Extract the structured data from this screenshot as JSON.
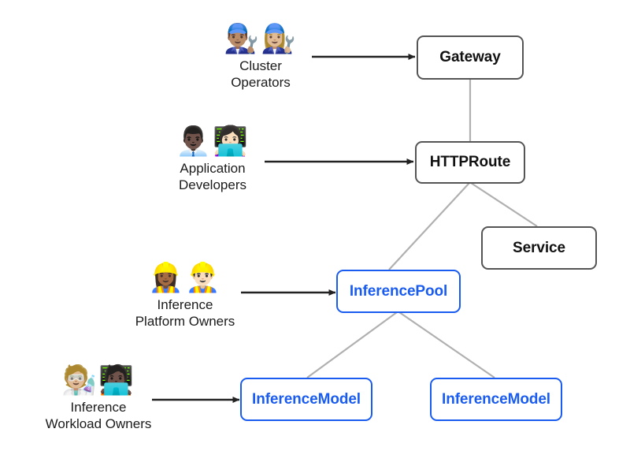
{
  "diagram": {
    "title": "Gateway API Inference Extension resource model and personas",
    "background_color": "#ffffff",
    "colors": {
      "core_border": "#555555",
      "core_text": "#111111",
      "extension_border": "#1a5cf0",
      "extension_text": "#1a5cf0",
      "connector": "#b0b0b0",
      "arrow": "#222222"
    }
  },
  "nodes": [
    {
      "id": "gateway",
      "label": "Gateway",
      "kind": "core"
    },
    {
      "id": "httproute",
      "label": "HTTPRoute",
      "kind": "core"
    },
    {
      "id": "service",
      "label": "Service",
      "kind": "core"
    },
    {
      "id": "inferencepool",
      "label": "InferencePool",
      "kind": "extension"
    },
    {
      "id": "inferencemodel1",
      "label": "InferenceModel",
      "kind": "extension"
    },
    {
      "id": "inferencemodel2",
      "label": "InferenceModel",
      "kind": "extension"
    }
  ],
  "personas": [
    {
      "id": "cluster-operators",
      "emojis": "👨🏽‍🔧👩🏼‍🔧",
      "emoji_names": "man-mechanic-icon, woman-mechanic-icon",
      "label": "Cluster\nOperators",
      "targets": "Gateway"
    },
    {
      "id": "application-developers",
      "emojis": "👨🏿‍💼👩🏻‍💻",
      "emoji_names": "man-office-worker-icon, woman-technologist-icon",
      "label": "Application\nDevelopers",
      "targets": "HTTPRoute"
    },
    {
      "id": "inference-platform-owners",
      "emojis": "👷🏾‍♀️👷🏻‍♂️",
      "emoji_names": "woman-construction-worker-icon, man-construction-worker-icon",
      "label": "Inference\nPlatform Owners",
      "targets": "InferencePool"
    },
    {
      "id": "inference-workload-owners",
      "emojis": "🧑🏼‍🔬🧑🏿‍💻",
      "emoji_names": "scientist-icon, technologist-icon",
      "label": "Inference\nWorkload Owners",
      "targets": "InferenceModel"
    }
  ],
  "edges": [
    {
      "from": "gateway",
      "to": "httproute",
      "style": "connector"
    },
    {
      "from": "httproute",
      "to": "inferencepool",
      "style": "connector"
    },
    {
      "from": "httproute",
      "to": "service",
      "style": "connector"
    },
    {
      "from": "inferencepool",
      "to": "inferencemodel1",
      "style": "connector"
    },
    {
      "from": "inferencepool",
      "to": "inferencemodel2",
      "style": "connector"
    },
    {
      "from": "cluster-operators",
      "to": "gateway",
      "style": "arrow"
    },
    {
      "from": "application-developers",
      "to": "httproute",
      "style": "arrow"
    },
    {
      "from": "inference-platform-owners",
      "to": "inferencepool",
      "style": "arrow"
    },
    {
      "from": "inference-workload-owners",
      "to": "inferencemodel1",
      "style": "arrow"
    }
  ]
}
